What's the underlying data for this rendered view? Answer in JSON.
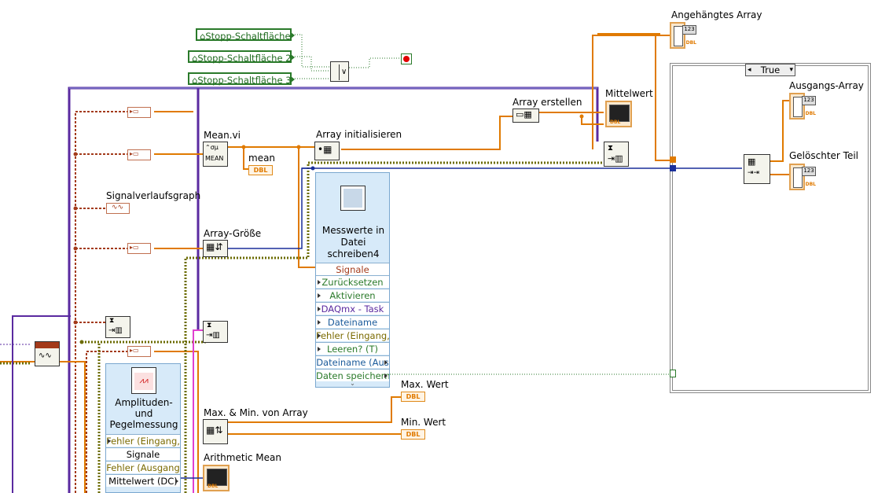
{
  "controls": [
    {
      "id": "stop1",
      "label": "Stopp-Schaltfläche"
    },
    {
      "id": "stop2",
      "label": "Stopp-Schaltfläche 2"
    },
    {
      "id": "stop3",
      "label": "Stopp-Schaltfläche 3"
    }
  ],
  "nodes": {
    "mean_vi": "Mean.vi",
    "mean_vi_caption": "MEAN",
    "mean_out": "mean",
    "signal_graph": "Signalverlaufsgraph",
    "array_size": "Array-Größe",
    "array_init": "Array initialisieren",
    "array_build": "Array erstellen",
    "average": "Mittelwert",
    "appended_array": "Angehängtes Array",
    "output_array": "Ausgangs-Array",
    "deleted_part": "Gelöschter Teil",
    "maxmin": "Max. & Min. von Array",
    "max_value": "Max. Wert",
    "min_value": "Min. Wert",
    "arith_mean": "Arithmetic Mean"
  },
  "case_selector": "True",
  "dbl_tag": "DBL",
  "num_tag": "123",
  "express_write": {
    "title": "Messwerte in Datei schreiben4",
    "terminals": [
      "Signale",
      "Zurücksetzen",
      "Aktivieren",
      "DAQmx - Task",
      "Dateiname",
      "Fehler (Eingang,",
      "Leeren? (T)",
      "Dateiname (Aus",
      "Daten speichern"
    ]
  },
  "express_amp": {
    "title": "Amplituden- und Pegelmessung",
    "terminals": [
      "Fehler (Eingang,",
      "Signale",
      "Fehler (Ausgang",
      "Mittelwert (DC)"
    ]
  },
  "colors": {
    "orange_wire": "#e07a00",
    "blue_wire": "#1a2f9a",
    "purple_wire": "#5a2aa0",
    "brown_wire": "#a33a1a",
    "pink_wire": "#e040d0",
    "green_wire": "#2a7a2a",
    "express_bg": "#d7eaf9"
  }
}
